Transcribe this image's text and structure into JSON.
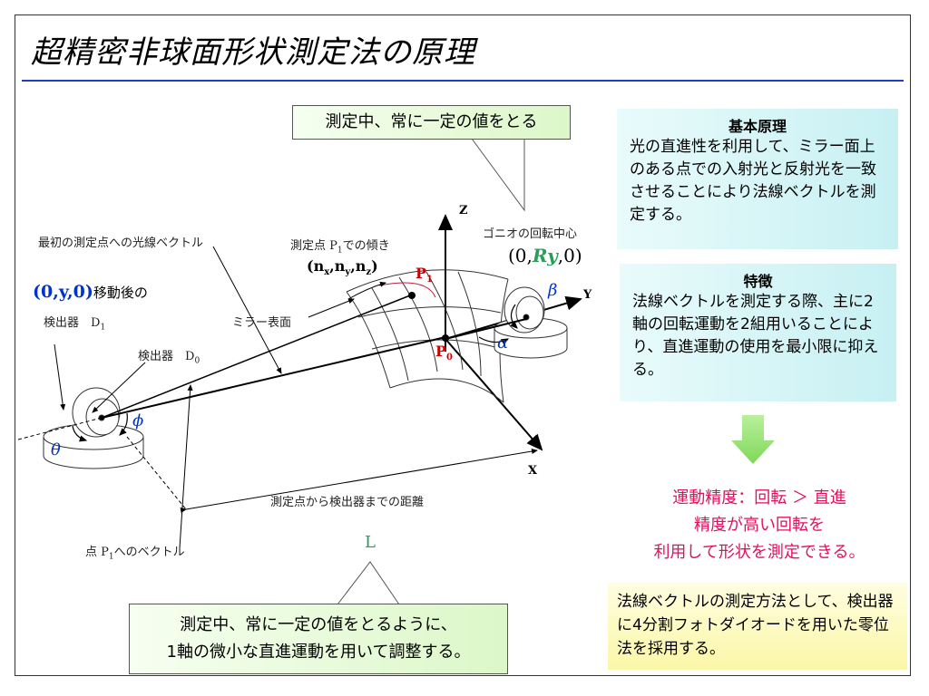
{
  "title": "超精密非球面形状測定法の原理",
  "colors": {
    "title_rule": "#1f3fbf",
    "accent_red": "#e0125f",
    "blue_label": "#0033cc",
    "green_arrow": "#8ee06a"
  },
  "callouts": {
    "top": "測定中、常に一定の値をとる",
    "bottom_line1": "測定中、常に一定の値をとるように、",
    "bottom_line2": "1軸の微小な直進運動を用いて調整する。"
  },
  "basic_principle": {
    "heading": "基本原理",
    "text": "光の直進性を利用して、ミラー面上のある点での入射光と反射光を一致させることにより法線ベクトルを測定する。"
  },
  "features": {
    "heading": "特徴",
    "text": "法線ベクトルを測定する際、主に2軸の回転運動を2組用いることにより、直進運動の使用を最小限に抑える。"
  },
  "conclusion": {
    "line1": "運動精度：回転 ＞ 直進",
    "line2": "精度が高い回転を",
    "line3": "利用して形状を測定できる。"
  },
  "method_note": "法線ベクトルの測定方法として、検出器に4分割フォトダイオードを用いた零位法を採用する。",
  "diagram": {
    "label_first_ray": "最初の測定点への光線ベクトル",
    "label_tilt": "測定点 P",
    "label_tilt_sub": "1",
    "label_tilt_suffix": "での傾き",
    "label_normal": "(n",
    "label_normal_x": "x",
    "label_normal_y": "y",
    "label_normal_z": "z",
    "label_goniometer": "ゴニオの回転中心",
    "label_center_prefix": "(0,",
    "label_center_ry": "Ry",
    "label_center_suffix": ",0)",
    "label_moved_coord": "(0,y,0)",
    "label_moved_text": "移動後の",
    "label_detector_d1": "検出器　D",
    "label_detector_d1_sub": "1",
    "label_detector_d0": "検出器　D",
    "label_detector_d0_sub": "0",
    "label_mirror_surface": "ミラー表面",
    "label_distance": "測定点から検出器までの距離",
    "label_vector_p1": "点 P",
    "label_vector_p1_sub": "1",
    "label_vector_p1_suffix": "へのベクトル",
    "label_L": "L",
    "label_P1": "P",
    "label_P1_sub": "1",
    "label_P0": "P",
    "label_P0_sub": "0",
    "axis_z": "Z",
    "axis_y": "Y",
    "axis_x": "X",
    "greek_beta": "β",
    "greek_alpha": "α",
    "greek_phi": "ϕ",
    "greek_theta": "θ"
  }
}
